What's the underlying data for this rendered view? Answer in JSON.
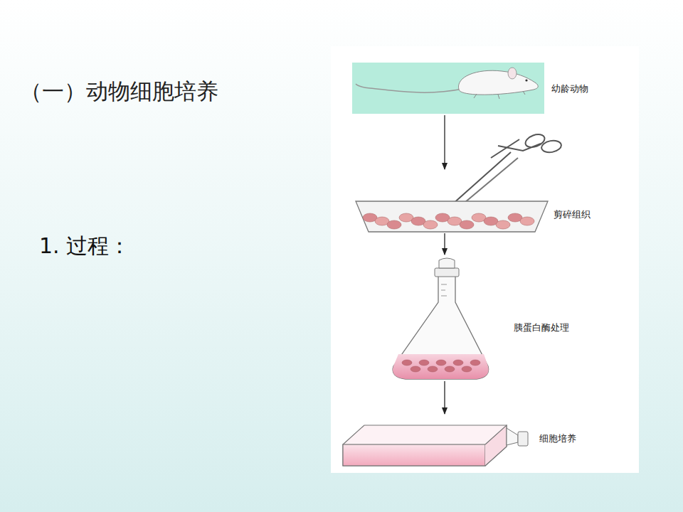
{
  "diagram": {
    "title": "（一）动物细胞培养",
    "nodes": [
      {
        "text": [
          "幼龄动物"
        ]
      },
      {
        "text": [
          "剪碎组织"
        ]
      },
      {
        "text": [
          "胰蛋白酶处理"
        ]
      },
      {
        "text": [
          "细胞培养"
        ]
      }
    ],
    "edges": [
      {
        "from": 0,
        "to": 1,
        "arrow": "to"
      },
      {
        "from": 1,
        "to": 2,
        "arrow": "to"
      },
      {
        "from": 2,
        "to": 3,
        "arrow": "to"
      }
    ],
    "labels": [
      "1. 过程："
    ]
  }
}
